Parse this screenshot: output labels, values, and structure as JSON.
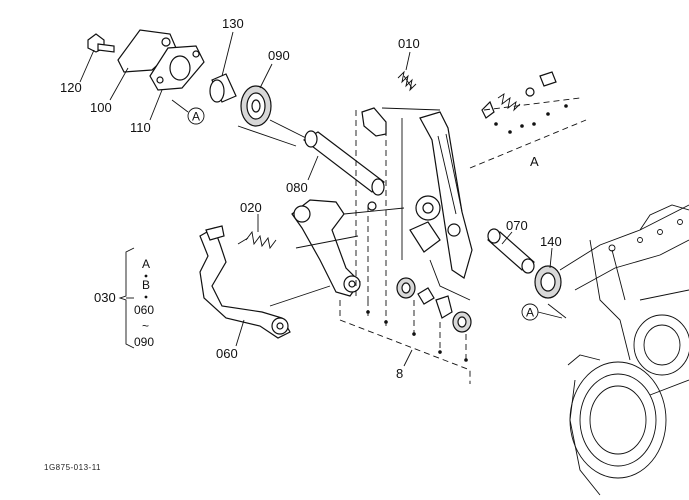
{
  "diagram": {
    "part_labels": {
      "p120": "120",
      "p100": "100",
      "p110": "110",
      "p130": "130",
      "p090": "090",
      "p010": "010",
      "p080": "080",
      "p020": "020",
      "p070": "070",
      "p140": "140",
      "p060": "060",
      "p030": "030",
      "p8": "8"
    },
    "ref_markers": {
      "a_top": "A",
      "a_right": "A",
      "a_bottom": "A"
    },
    "group_030": {
      "line1": "A",
      "line2": "B",
      "line3": "060",
      "line4": "~",
      "line5": "090"
    },
    "figure_code": "1G875-013-11"
  }
}
